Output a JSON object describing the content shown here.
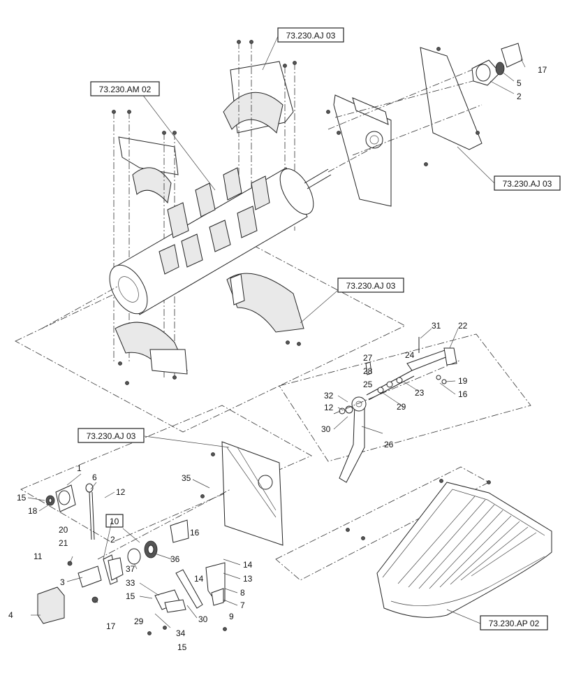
{
  "references": {
    "aj03_top": "73.230.AJ 03",
    "am02": "73.230.AM 02",
    "aj03_right": "73.230.AJ 03",
    "aj03_mid": "73.230.AJ 03",
    "aj03_lower": "73.230.AJ 03",
    "ap02": "73.230.AP 02"
  },
  "callouts": {
    "c17_top": "17",
    "c5": "5",
    "c2_top": "2",
    "c31": "31",
    "c22": "22",
    "c24": "24",
    "c27": "27",
    "c28": "28",
    "c25": "25",
    "c23": "23",
    "c19": "19",
    "c16_r": "16",
    "c32": "32",
    "c12_r": "12",
    "c29_r": "29",
    "c30_r": "30",
    "c26": "26",
    "c1": "1",
    "c6": "6",
    "c12_l": "12",
    "c15_l": "15",
    "c18": "18",
    "c35": "35",
    "c10": "10",
    "c20": "20",
    "c21": "21",
    "c2_l": "2",
    "c11": "11",
    "c3": "3",
    "c37": "37",
    "c36": "36",
    "c16_l": "16",
    "c14_a": "14",
    "c13": "13",
    "c14_b": "14",
    "c8": "8",
    "c7": "7",
    "c9": "9",
    "c33": "33",
    "c15_m": "15",
    "c4": "4",
    "c17_l": "17",
    "c29_l": "29",
    "c34": "34",
    "c30_l": "30",
    "c15_b": "15"
  }
}
